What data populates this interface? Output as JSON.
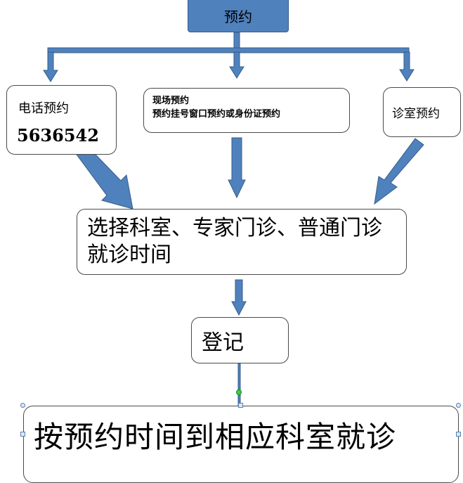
{
  "flow": {
    "top": "预约",
    "phone": {
      "title": "电话预约",
      "number": "5636542"
    },
    "onsite": {
      "line1": "现场预约",
      "line2": "预约挂号窗口预约或身份证预约"
    },
    "clinic": "诊室预约",
    "select": {
      "line1": "选择科室、专家门诊、普通门诊",
      "line2": "就诊时间"
    },
    "register": "登记",
    "final": "按预约时间到相应科室就诊"
  },
  "colors": {
    "box_fill": "#4f81bd",
    "arrow_fill": "#4f81bd",
    "arrow_stroke": "#385d8a",
    "border": "#4a4a4a"
  }
}
